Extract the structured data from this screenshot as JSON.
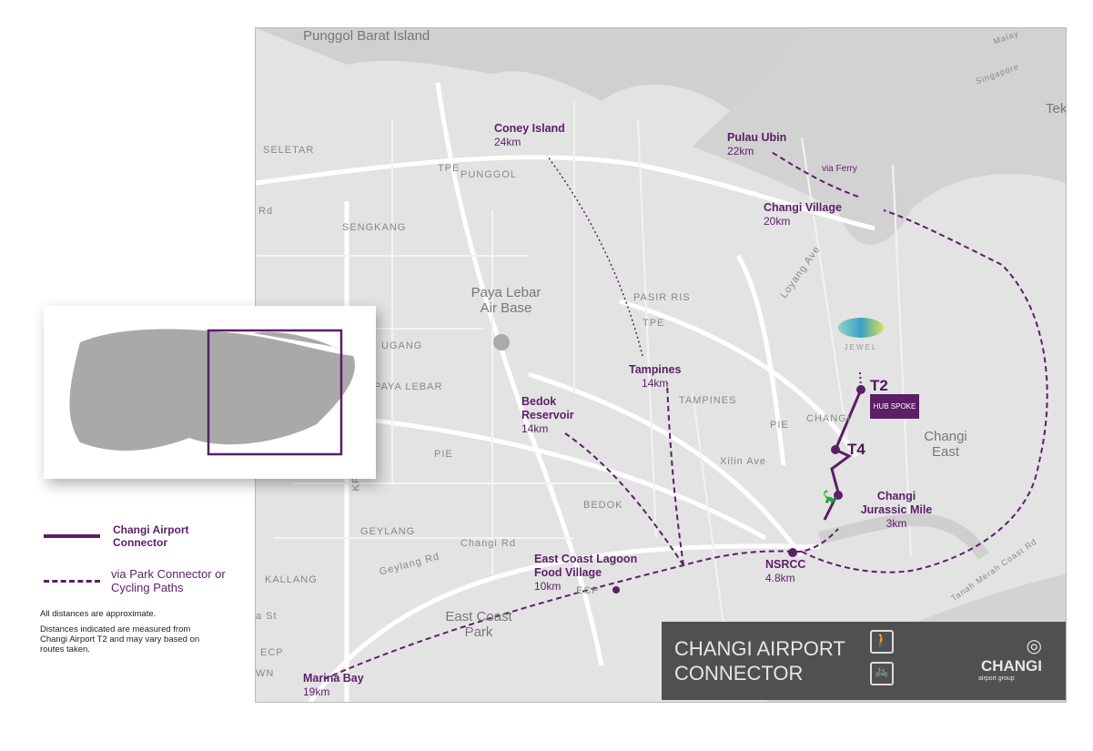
{
  "map_labels": {
    "punggol_barat": "Punggol Barat Island",
    "seletar": "SELETAR",
    "tpe1": "TPE",
    "punggol": "PUNGGOL",
    "sengkang": "SENGKANG",
    "rd": "Rd",
    "paya_lebar_air_base": "Paya Lebar Air Base",
    "pasir_ris": "PASIR RIS",
    "tpe2": "TPE",
    "loyang": "Loyang Ave",
    "ugang": "UGANG",
    "paya_lebar": "PAYA LEBAR",
    "tampines_area": "TAMPINES",
    "pie1": "PIE",
    "pie2": "PIE",
    "kpe": "KPE",
    "xilin": "Xilin Ave",
    "geylang": "GEYLANG",
    "bedok": "BEDOK",
    "changi_rd": "Changi Rd",
    "geylang_rd": "Geylang Rd",
    "kallang": "KALLANG",
    "ecp1": "ECP",
    "ecp2": "ECP",
    "east_coast_park": "East Coast Park",
    "changi_east": "Changi East",
    "changi_area": "CHANGI",
    "tanah_merah": "Tanah Merah Coast Rd",
    "singapore": "Singapore",
    "malay": "Malay",
    "tek": "Tek",
    "st": "a St",
    "wn": "WN"
  },
  "destinations": [
    {
      "name": "Coney Island",
      "dist": "24km"
    },
    {
      "name": "Pulau Ubin",
      "dist": "22km"
    },
    {
      "name": "Changi Village",
      "dist": "20km"
    },
    {
      "name": "Tampines",
      "dist": "14km"
    },
    {
      "name": "Bedok Reservoir",
      "dist": "14km"
    },
    {
      "name": "Changi Jurassic Mile",
      "dist": "3km"
    },
    {
      "name": "NSRCC",
      "dist": "4.8km"
    },
    {
      "name": "East Coast Lagoon Food Village",
      "dist": "10km"
    },
    {
      "name": "Marina Bay",
      "dist": "19km"
    }
  ],
  "via_ferry": "via Ferry",
  "terminals": {
    "t2": "T2",
    "t4": "T4"
  },
  "logos": {
    "jewel": "JEWEL",
    "hubspoke": "HUB SPOKE"
  },
  "legend": {
    "connector": "Changi Airport Connector",
    "park": "via Park Connector or Cycling Paths",
    "note1": "All distances are approximate.",
    "note2": "Distances indicated are measured from Changi Airport T2 and may vary based on routes taken."
  },
  "banner": {
    "line1": "CHANGI AIRPORT",
    "line2": "CONNECTOR",
    "brand": "CHANGI",
    "brand_sub": "airport group"
  },
  "colors": {
    "route": "#5b1f66",
    "banner": "#505050"
  }
}
